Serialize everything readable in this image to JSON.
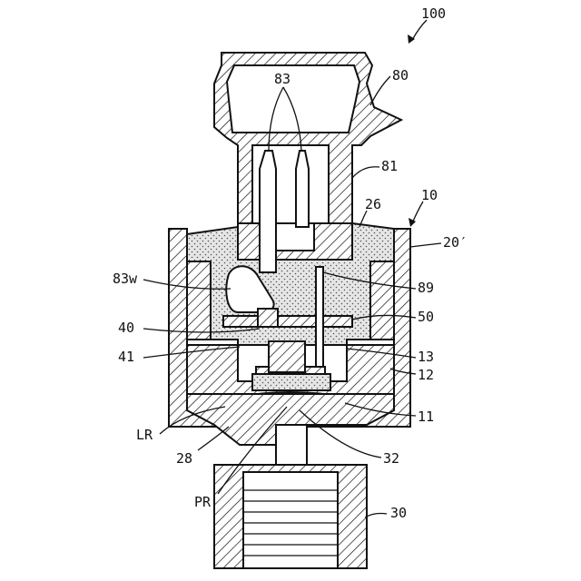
{
  "figure": {
    "colors": {
      "ink": "#111111",
      "background": "#ffffff",
      "potting": "#e6e6e6"
    },
    "labels": {
      "l100": "100",
      "l80": "80",
      "l83": "83",
      "l81": "81",
      "l10": "10",
      "l26": "26",
      "l20p": "20′",
      "l83w": "83w",
      "l89": "89",
      "l40": "40",
      "l50": "50",
      "l41": "41",
      "l13": "13",
      "l12": "12",
      "l11": "11",
      "lLR": "LR",
      "l28": "28",
      "l32": "32",
      "lPR": "PR",
      "l30": "30"
    }
  }
}
